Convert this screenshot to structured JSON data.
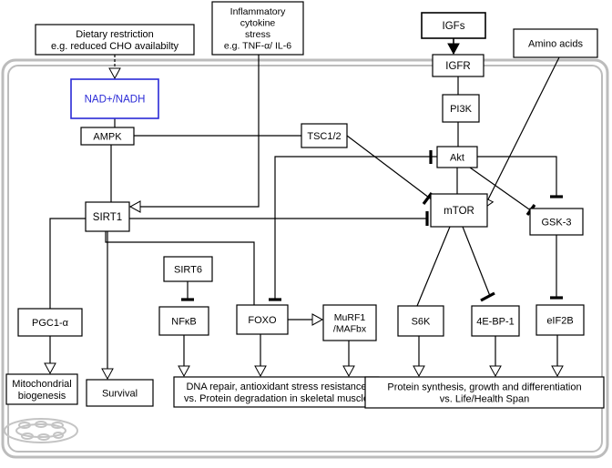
{
  "nodes": {
    "dietary": [
      "Dietary restriction",
      "e.g. reduced CHO availabilty"
    ],
    "inflammatory": [
      "Inflammatory",
      "cytokine",
      "stress",
      "e.g. TNF-α/ IL-6"
    ],
    "igfs": [
      "IGFs"
    ],
    "amino_acids": [
      "Amino acids"
    ],
    "igfr": [
      "IGFR"
    ],
    "nad": [
      "NAD+/NADH"
    ],
    "pi3k": [
      "PI3K"
    ],
    "ampk": [
      "AMPK"
    ],
    "tsc": [
      "TSC1/2"
    ],
    "akt": [
      "Akt"
    ],
    "sirt1": [
      "SIRT1"
    ],
    "mtor": [
      "mTOR"
    ],
    "gsk3": [
      "GSK-3"
    ],
    "sirt6": [
      "SIRT6"
    ],
    "pgc1": [
      "PGC1-α"
    ],
    "nfkb": [
      "NFκB"
    ],
    "foxo": [
      "FOXO"
    ],
    "murf": [
      "MuRF1",
      "/MAFbx"
    ],
    "s6k": [
      "S6K"
    ],
    "ebp": [
      "4E-BP-1"
    ],
    "eif2b": [
      "eIF2B"
    ],
    "mito": [
      "Mitochondrial",
      "biogenesis"
    ],
    "survival": [
      "Survival"
    ],
    "dna": [
      "DNA repair, antioxidant stress resistance",
      "vs. Protein degradation in skeletal  muscle"
    ],
    "protein": [
      "Protein synthesis, growth and differentiation",
      "vs. Life/Health Span"
    ]
  },
  "colors": {
    "nad_text": "#2a2ad6",
    "nad_border": "#2a2ad6",
    "cell_border": "#bcbcbc",
    "organelle": "#c4c4c4",
    "line": "#000000"
  },
  "icons": [
    "dashed-arrow",
    "arrow",
    "filled-arrow",
    "inhibition-bar",
    "mitochondria-organelle"
  ]
}
